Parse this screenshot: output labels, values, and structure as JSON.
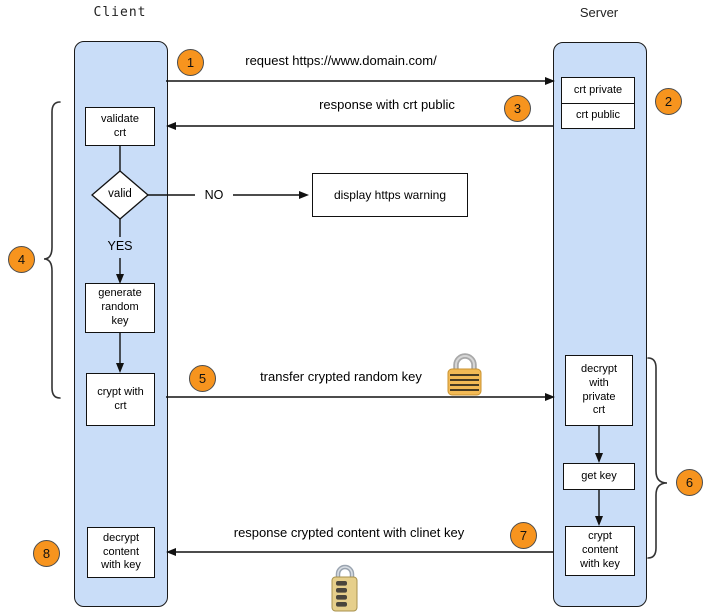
{
  "titles": {
    "client": "Client",
    "server": "Server"
  },
  "client_steps": {
    "validate": "validate\ncrt",
    "valid": "valid",
    "generate": "generate\nrandom\nkey",
    "crypt": "crypt with\ncrt",
    "decrypt": "decrypt\ncontent\nwith key"
  },
  "server_steps": {
    "crt_private": "crt private",
    "crt_public": "crt public",
    "decrypt": "decrypt\nwith\nprivate\ncrt",
    "get_key": "get key",
    "crypt": "crypt\ncontent\nwith key"
  },
  "messages": {
    "request": "request https://www.domain.com/",
    "response_public": "response with crt public",
    "transfer": "transfer crypted random key",
    "response_content": "response crypted content with clinet key",
    "warning": "display https warning",
    "no": "NO",
    "yes": "YES"
  },
  "markers": {
    "m1": "1",
    "m2": "2",
    "m3": "3",
    "m4": "4",
    "m5": "5",
    "m6": "6",
    "m7": "7",
    "m8": "8"
  },
  "icons": {
    "transfer_lock": "closed-padlock-icon",
    "response_lock": "combination-padlock-icon"
  },
  "colors": {
    "column_fill": "#c9ddf8",
    "column_border": "#1a1a1a",
    "marker_fill": "#f7941e",
    "marker_border": "#4d4d4d",
    "box_fill": "#ffffff",
    "line": "#111111",
    "lock_gold": "#f3ba55",
    "lock_shackle": "#a8a8a8"
  }
}
